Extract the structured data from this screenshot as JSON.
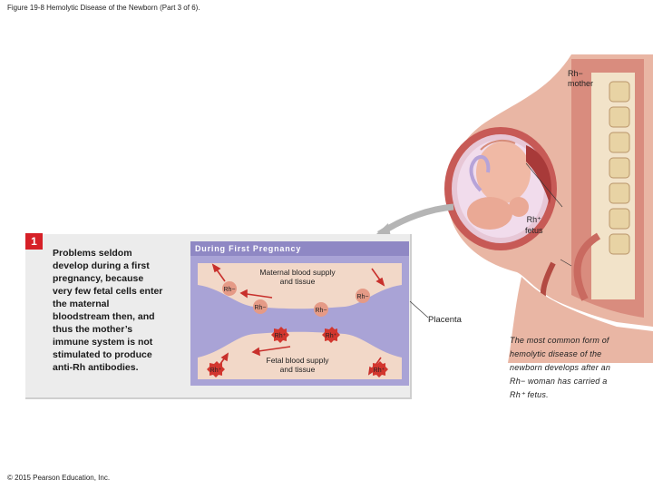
{
  "header": {
    "figure_title": "Figure 19-8 Hemolytic Disease of the Newborn (Part 3 of 6)."
  },
  "illustration": {
    "mother_label": "Rh−",
    "mother_sub": "mother",
    "fetus_label": "Rh⁺",
    "fetus_sub": "fetus"
  },
  "step": {
    "number": "1",
    "text": "Problems seldom develop during a first pregnancy, because very few fetal cells enter the maternal bloodstream then, and thus the mother’s immune system is not stimulated to produce anti-Rh antibodies."
  },
  "diagram": {
    "heading": "During First Pregnancy",
    "maternal_label_1": "Maternal blood supply",
    "maternal_label_2": "and tissue",
    "fetal_label_1": "Fetal blood supply",
    "fetal_label_2": "and tissue",
    "rh_neg": "Rh−",
    "rh_pos": "Rh⁺",
    "placenta_label": "Placenta"
  },
  "caption": "The most common form of hemolytic disease of the newborn develops after an Rh− woman has carried a Rh⁺ fetus.",
  "footer": {
    "copyright": "© 2015 Pearson Education, Inc."
  },
  "colors": {
    "accent_red": "#d62027",
    "diagram_bg": "#a9a3d6",
    "blood_vessel": "#f2d8c8",
    "rh_neg_cell": "#e59a86",
    "rh_pos_cell": "#d2362e"
  }
}
